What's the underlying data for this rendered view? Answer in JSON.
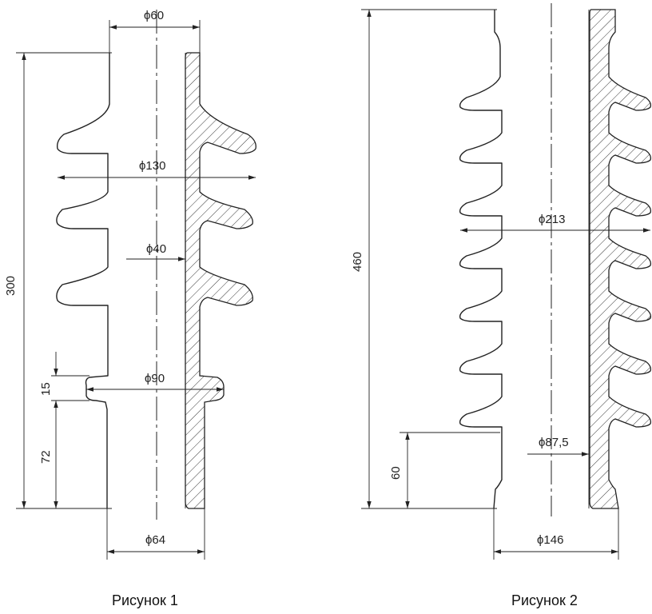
{
  "figure1": {
    "caption": "Рисунок 1",
    "dims": {
      "top_diameter": "ϕ60",
      "shed_diameter": "ϕ130",
      "bore_diameter": "ϕ40",
      "collar_diameter": "ϕ90",
      "base_diameter": "ϕ64",
      "total_height": "300",
      "collar_height": "15",
      "base_height": "72"
    }
  },
  "figure2": {
    "caption": "Рисунок 2",
    "dims": {
      "shed_diameter": "ϕ213",
      "bore_diameter": "ϕ87,5",
      "base_diameter": "ϕ146",
      "total_height": "460",
      "base_height": "60"
    }
  }
}
